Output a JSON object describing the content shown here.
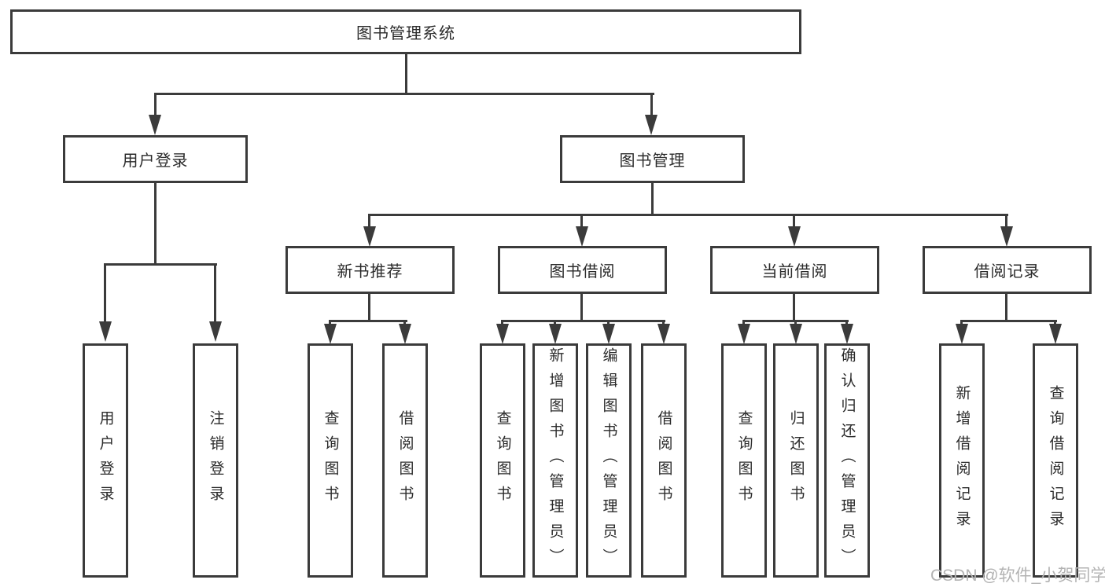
{
  "tree": {
    "root": {
      "label": "图书管理系统"
    },
    "branches": [
      {
        "label": "用户登录",
        "leaves": [
          {
            "label": "用户登录"
          },
          {
            "label": "注销登录"
          }
        ]
      },
      {
        "label": "图书管理",
        "groups": [
          {
            "label": "新书推荐",
            "leaves": [
              {
                "label": "查询图书"
              },
              {
                "label": "借阅图书"
              }
            ]
          },
          {
            "label": "图书借阅",
            "leaves": [
              {
                "label": "查询图书"
              },
              {
                "label": "新增图书（管理员）"
              },
              {
                "label": "编辑图书（管理员）"
              },
              {
                "label": "借阅图书"
              }
            ]
          },
          {
            "label": "当前借阅",
            "leaves": [
              {
                "label": "查询图书"
              },
              {
                "label": "归还图书"
              },
              {
                "label": "确认归还（管理员）"
              }
            ]
          },
          {
            "label": "借阅记录",
            "leaves": [
              {
                "label": "新增借阅记录"
              },
              {
                "label": "查询借阅记录"
              }
            ]
          }
        ]
      }
    ]
  },
  "watermark": "CSDN @软件_小贺同学",
  "colors": {
    "line": "#3b3b3b",
    "box_border": "#3b3b3b",
    "text": "#2b2b2b",
    "background": "#ffffff",
    "watermark": "#b3b3b3"
  }
}
